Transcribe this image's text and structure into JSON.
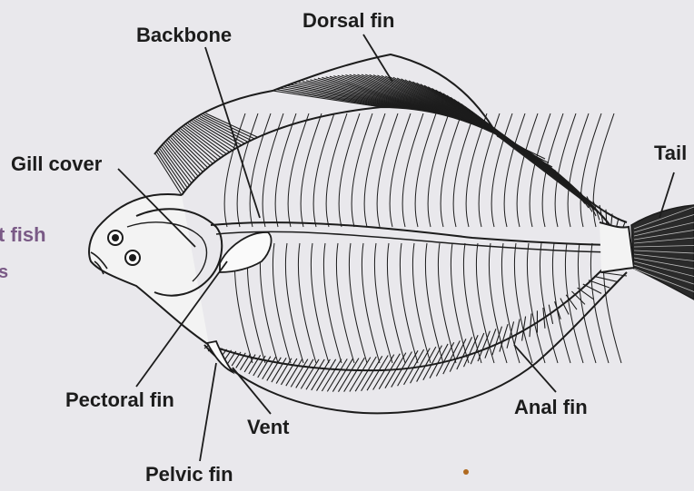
{
  "labels": {
    "backbone": "Backbone",
    "dorsal_fin": "Dorsal fin",
    "gill_cover": "Gill cover",
    "tail": "Tail",
    "pectoral_fin": "Pectoral fin",
    "vent": "Vent",
    "anal_fin": "Anal fin",
    "pelvic_fin": "Pelvic fin"
  },
  "side_text": {
    "line1": "t fish",
    "line2": "s"
  },
  "colors": {
    "background": "#e9e8ec",
    "ink": "#1c1c1c",
    "side_text": "#7a5a86"
  }
}
